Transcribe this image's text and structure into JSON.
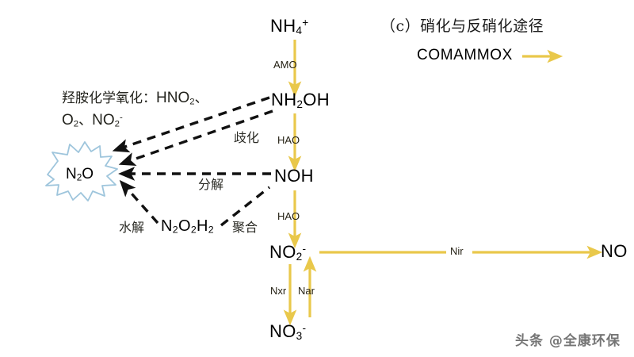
{
  "diagram": {
    "title_cn": "（c）硝化与反硝化途径",
    "legend": {
      "label": "COMAMMOX",
      "arrow_icon": "right-arrow-icon",
      "arrow_color": "#E9C84B"
    },
    "colors": {
      "solid_arrow": "#E9C84B",
      "dashed_arrow": "#111111",
      "star_outline": "#9EC5DC",
      "text": "#000000"
    },
    "species": {
      "ammonium": "NH4+",
      "hydroxylamine": "NH2OH",
      "nitroxyl": "NOH",
      "nitrite": "NO2-",
      "nitrate": "NO3-",
      "nitric_oxide": "NO",
      "nitrous_oxide": "N2O",
      "hyponitrous_acid": "N2O2H2"
    },
    "enzymes": {
      "amo": "AMO",
      "hao_1": "HAO",
      "hao_2": "HAO",
      "nxr": "Nxr",
      "nar": "Nar",
      "nir": "Nir"
    },
    "reaction_labels": {
      "disproportionation": "歧化",
      "decomposition": "分解",
      "hydrolysis": "水解",
      "polymerization": "聚合"
    },
    "chemical_oxidation_note": {
      "prefix": "羟胺化学氧化：",
      "reagent_1": "HNO2",
      "separator_1": "、",
      "reagent_2": "O2",
      "separator_2": "、",
      "reagent_3": "NO2-"
    },
    "watermark": "头条 @全康环保"
  }
}
